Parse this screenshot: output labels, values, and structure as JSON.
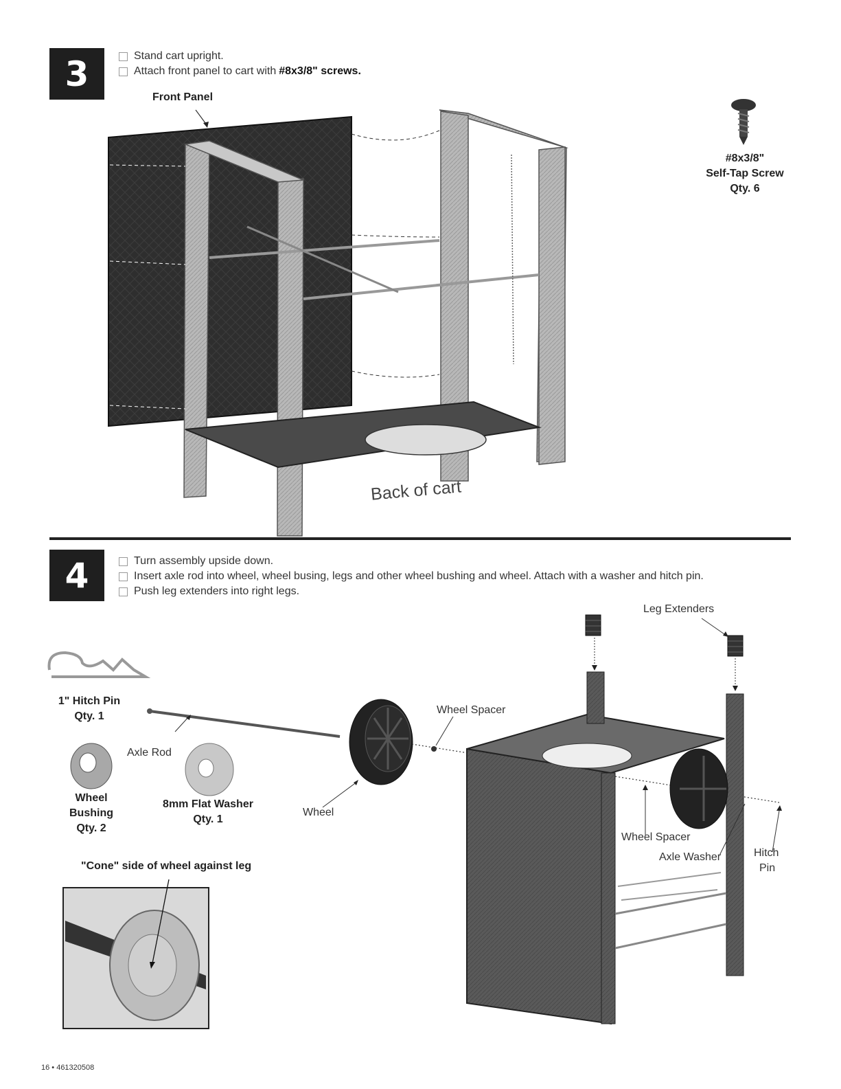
{
  "step3": {
    "number": "3",
    "instructions": [
      {
        "text": "Stand cart upright.",
        "bold": ""
      },
      {
        "text": "Attach front panel to cart with ",
        "bold": "#8x3/8\" screws."
      }
    ],
    "labels": {
      "front_panel": "Front Panel",
      "back_of_cart": "Back of cart",
      "screw_name": "#8x3/8\"",
      "screw_type": "Self-Tap Screw",
      "screw_qty": "Qty. 6"
    }
  },
  "step4": {
    "number": "4",
    "instructions": [
      {
        "text": "Turn assembly upside down.",
        "bold": ""
      },
      {
        "text": "Insert axle rod into wheel, wheel busing, legs and other wheel bushing and wheel. Attach with a washer and hitch pin.",
        "bold": ""
      },
      {
        "text": "Push leg extenders into right legs.",
        "bold": ""
      }
    ],
    "labels": {
      "leg_extenders": "Leg Extenders",
      "hitch_pin_part": "1\" Hitch Pin",
      "hitch_pin_qty": "Qty. 1",
      "axle_rod": "Axle Rod",
      "wheel_spacer_top": "Wheel Spacer",
      "wheel_bushing_1": "Wheel",
      "wheel_bushing_2": "Bushing",
      "wheel_bushing_qty": "Qty. 2",
      "flat_washer": "8mm Flat Washer",
      "flat_washer_qty": "Qty. 1",
      "wheel": "Wheel",
      "wheel_spacer_bottom": "Wheel Spacer",
      "axle_washer": "Axle Washer",
      "hitch_pin_1": "Hitch",
      "hitch_pin_2": "Pin",
      "cone_note": "\"Cone\" side of wheel against leg"
    }
  },
  "footer": "16 • 461320508"
}
